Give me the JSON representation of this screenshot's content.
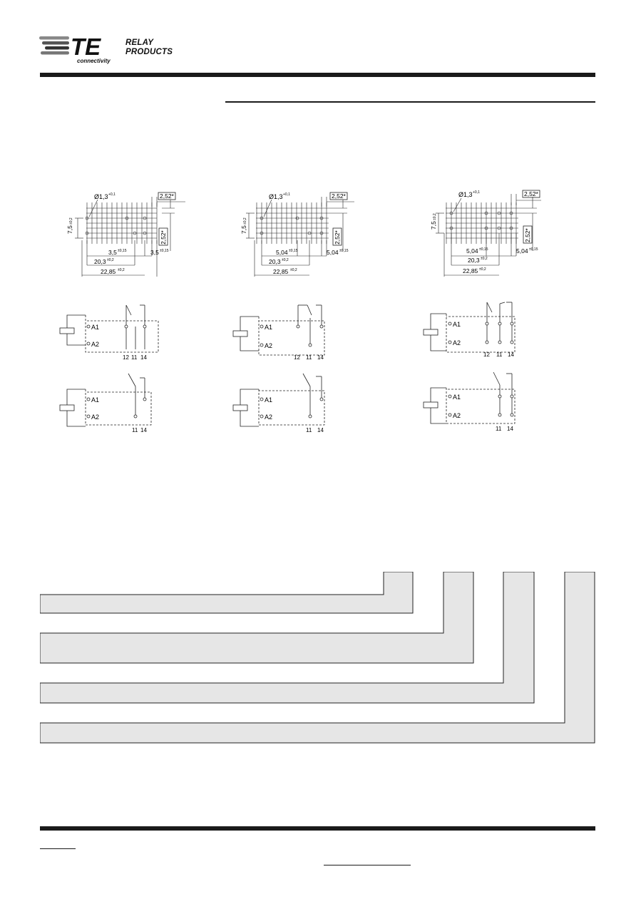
{
  "header": {
    "logo_letters": "TE",
    "logo_tagline": "connectivity",
    "brand_line1": "RELAY",
    "brand_line2": "PRODUCTS"
  },
  "pcb_layouts": [
    {
      "hole": "Ø1,3",
      "hole_tol": "+0,1",
      "pitch_top": "2,52*",
      "pitch_side": "2,52*",
      "height": "7,5",
      "height_tol": "±0,2",
      "dim_a": "3,5",
      "dim_a_tol": "±0,15",
      "dim_b": "3,5",
      "dim_b_tol": "±0,15",
      "dim_c": "20,3",
      "dim_c_tol": "±0,2",
      "dim_d": "22,85",
      "dim_d_tol": "±0,2"
    },
    {
      "hole": "Ø1,3",
      "hole_tol": "+0,1",
      "pitch_top": "2,52*",
      "pitch_side": "2,52*",
      "height": "7,5",
      "height_tol": "±0,2",
      "dim_a": "5,04",
      "dim_a_tol": "±0,15",
      "dim_b": "5,04",
      "dim_b_tol": "±0,15",
      "dim_c": "20,3",
      "dim_c_tol": "±0,2",
      "dim_d": "22,85",
      "dim_d_tol": "±0,2"
    },
    {
      "hole": "Ø1,3",
      "hole_tol": "+0,1",
      "pitch_top": "2,52*",
      "pitch_side": "2,52*",
      "height": "7,5",
      "height_tol": "±0,2",
      "dim_a": "5,04",
      "dim_a_tol": "±0,15",
      "dim_b": "5,04",
      "dim_b_tol": "±0,15",
      "dim_c": "20,3",
      "dim_c_tol": "±0,2",
      "dim_d": "22,85",
      "dim_d_tol": "±0,2"
    }
  ],
  "terminals": {
    "a1": "A1",
    "a2": "A2",
    "t12": "12",
    "t11": "11",
    "t14": "14"
  }
}
